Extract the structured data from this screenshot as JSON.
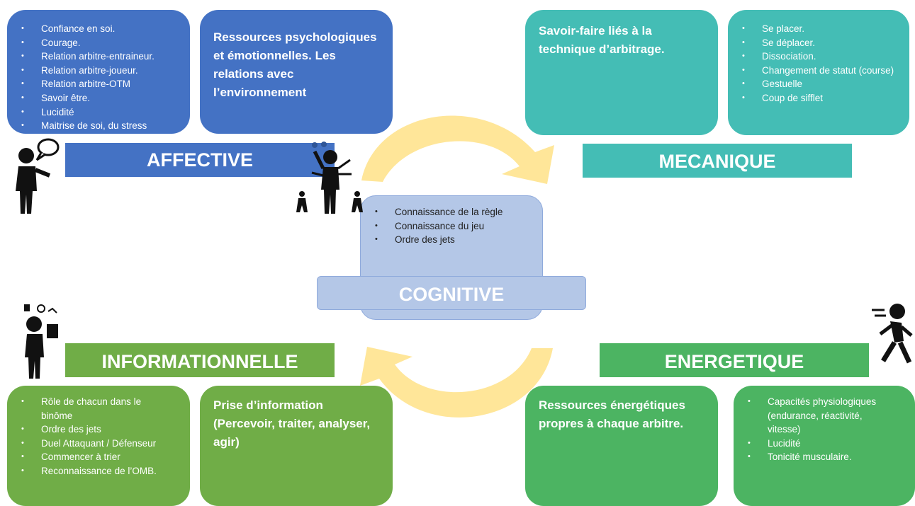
{
  "affective": {
    "title": "AFFECTIVE",
    "list": [
      "Confiance en soi.",
      "Courage.",
      "Relation arbitre-entraineur.",
      "Relation arbitre-joueur.",
      "Relation arbitre-OTM",
      "Savoir être.",
      "Lucidité",
      "Maitrise de soi, du stress"
    ],
    "text": "Ressources psychologiques et émotionnelles. Les relations avec l’environnement"
  },
  "mecanique": {
    "title": "MECANIQUE",
    "text": "Savoir-faire liés à la technique d’arbitrage.",
    "list": [
      "Se placer.",
      "Se déplacer.",
      "Dissociation.",
      "Changement de statut (course)",
      "Gestuelle",
      "Coup de sifflet"
    ]
  },
  "cognitive": {
    "title": "COGNITIVE",
    "list": [
      "Connaissance de la règle",
      "Connaissance du jeu",
      "Ordre des jets"
    ]
  },
  "informationnelle": {
    "title": "INFORMATIONNELLE",
    "list": [
      "Rôle de chacun dans le binôme",
      "Ordre des jets",
      "Duel Attaquant / Défenseur",
      "Commencer à trier",
      "Reconnaissance de l’OMB."
    ],
    "text": "Prise d’information (Percevoir, traiter, analyser, agir)"
  },
  "energetique": {
    "title": "ENERGETIQUE",
    "text": "Ressources énergétiques propres à chaque arbitre.",
    "list": [
      "Capacités physiologiques (endurance, réactivité, vitesse)",
      "Lucidité",
      "Tonicité musculaire."
    ]
  },
  "colors": {
    "affective": "#4472c4",
    "mecanique": "#44bdb5",
    "informationnelle": "#70ad47",
    "energetique": "#4cb462",
    "cognitive": "#b4c7e7",
    "arrows": "#ffe699"
  },
  "icons": [
    "speaking-person-icon",
    "juggling-person-icon",
    "thinking-person-icon",
    "running-person-icon"
  ]
}
